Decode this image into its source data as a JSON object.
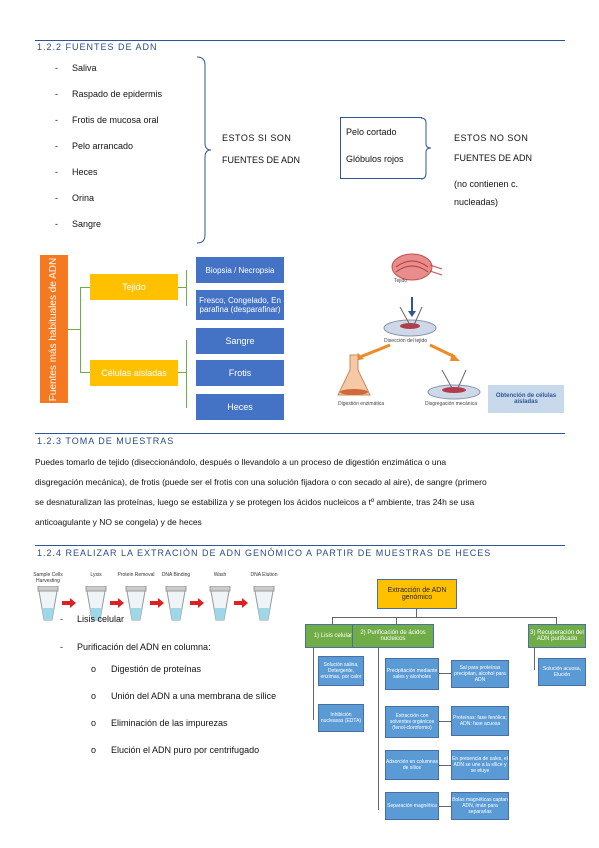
{
  "s1": {
    "heading": "1.2.2 FUENTES DE ADN",
    "items": [
      "Saliva",
      "Raspado de epidermis",
      "Frotis de mucosa oral",
      "Pelo arrancado",
      "Heces",
      "Orina",
      "Sangre"
    ],
    "yes_label": "ESTOS SI SON FUENTES DE ADN",
    "yes_line1": "ESTOS      SI      SON",
    "yes_line2": "FUENTES DE ADN",
    "no_items": [
      "Pelo cortado",
      "Glóbulos rojos"
    ],
    "no_line1": "ESTOS      NO      SON",
    "no_line2": "FUENTES DE ADN",
    "no_line3": "(no    contienen    c.",
    "no_line4": "nucleadas)"
  },
  "diagram1": {
    "vertical_label": "Fuentes más habituales de ADN",
    "tejido": "Tejido",
    "celulas": "Células aisladas",
    "biopsia": "Biopsia / Necropsia",
    "fresco": "Fresco, Congelado, En parafina (desparafinar)",
    "sangre": "Sangre",
    "frotis": "Frotis",
    "heces": "Heces"
  },
  "figure1": {
    "tejido": "Tejido",
    "diseccion": "Disección del tejido",
    "digestion": "Digestión enzimática",
    "disgregacion": "Disgregación mecánica",
    "obtencion": "Obtención de células aisladas"
  },
  "s2": {
    "heading": "1.2.3 TOMA DE MUESTRAS",
    "lines": [
      "Puedes tomarlo de tejido (diseccionándolo, después o llevandolo a un proceso de digestión enzimática o una",
      "disgregación mecánica), de frotis (puede ser el frotis con una solución fijadora o con secado al aire), de sangre (primero",
      "se desnaturalizan las proteínas, luego se estabiliza y se protegen los ácidos nucleicos a tº ambiente, tras 24h se usa",
      "anticoagulante y NO se congela) y de heces"
    ]
  },
  "s3": {
    "heading": "1.2.4 REALIZAR LA EXTRACIÓN DE ADN GENÓMICO A PARTIR DE MUESTRAS DE HECES",
    "tubes": [
      "Sample Cells Harvesting",
      "Lysis",
      "Protein Removal",
      "DNA Binding",
      "Wash",
      "DNA Elution"
    ],
    "bullet1": "Lisis celular",
    "bullet2": "Purificación del ADN en columna:",
    "sub": [
      "Digestión de proteínas",
      "Unión del ADN a una membrana de sílice",
      "Eliminación de las impurezas",
      "Elución el ADN puro por centrifugado"
    ]
  },
  "flow": {
    "root": "Extracción de ADN genómico",
    "col1": "1) Lisis celular",
    "col2": "2) Purificación de ácidos nucleicos",
    "col3": "3) Recuperación del ADN purificado",
    "c1a": "Solución salina, Detergente, enzimas, por calor",
    "c1b": "Inhibición nucleasas (EDTA)",
    "c2a": "Precipitación mediante sales y alcoholes",
    "c2a_r": "Sal para proteínas precipitan, alcohol para ADN",
    "c2b": "Extracción con solventes orgánicos (fenol-cloroformo)",
    "c2b_r": "Proteínas: fase fenólica; ADN: fase acuosa",
    "c2c": "Adsorción en columnas de sílice",
    "c2c_r": "En presencia de sales, el ADN se une a la sílice y se eluye",
    "c2d": "Separación magnética",
    "c2d_r": "Bolas magnéticas captan ADN, imán para separarlas",
    "c3a": "Solución acuosa, Elución"
  }
}
